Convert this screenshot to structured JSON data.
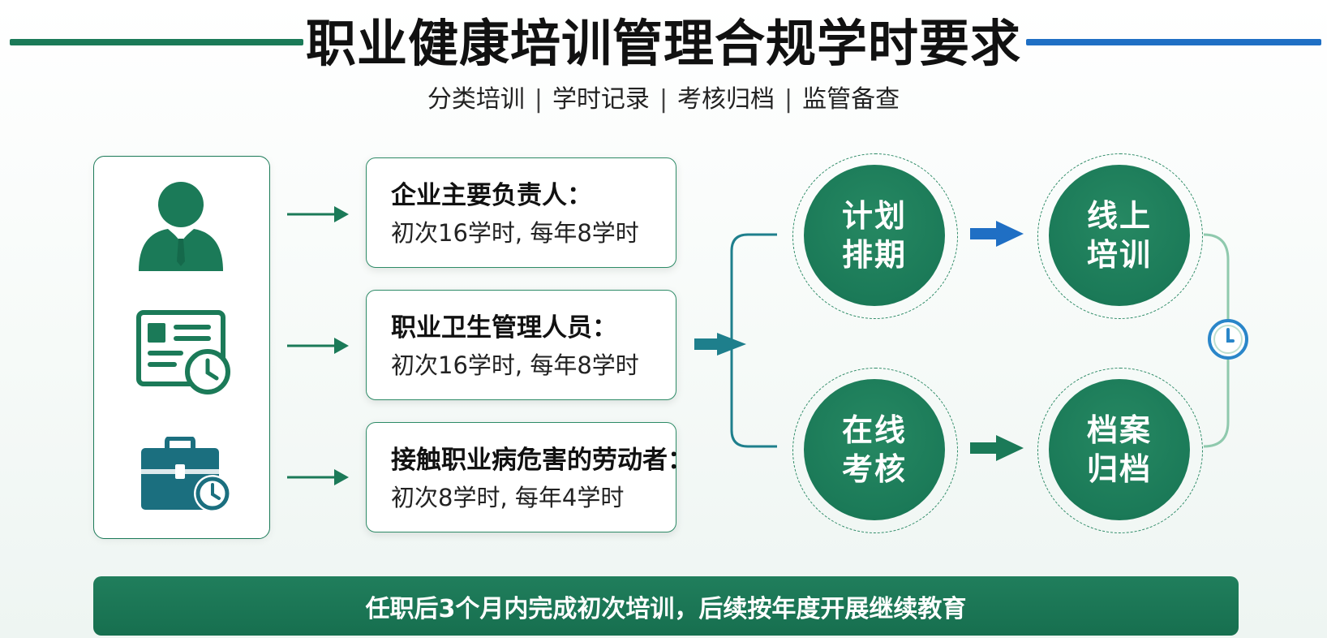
{
  "header": {
    "title": "职业健康培训管理合规学时要求",
    "subtitle_items": [
      "分类培训",
      "学时记录",
      "考核归档",
      "监管备查"
    ],
    "separator": "|"
  },
  "icons": {
    "person": "person-suit-icon",
    "certificate": "id-card-clock-icon",
    "briefcase": "briefcase-clock-icon",
    "cycle": "clock-icon"
  },
  "roles": [
    {
      "name": "企业主要负责人：",
      "hours": "初次16学时, 每年8学时"
    },
    {
      "name": "职业卫生管理人员：",
      "hours": "初次16学时, 每年8学时"
    },
    {
      "name": "接触职业病危害的劳动者：",
      "hours": "初次8学时, 每年4学时"
    }
  ],
  "process": {
    "steps": [
      "计划排期",
      "线上培训",
      "在线考核",
      "档案归档"
    ]
  },
  "footer": {
    "banner": "任职后3个月内完成初次培训，后续按年度开展继续教育"
  },
  "colors": {
    "primary_green": "#1b7a58",
    "accent_blue": "#1f6fc4",
    "teal": "#1e7f8c"
  }
}
